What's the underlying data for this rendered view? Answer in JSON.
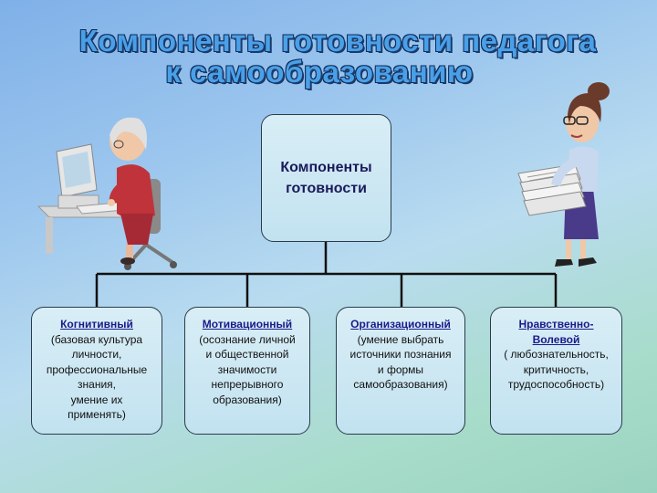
{
  "title": {
    "line1": "Компоненты готовности педагога",
    "line2": "к самообразованию"
  },
  "center": {
    "line1": "Компоненты",
    "line2": "готовности"
  },
  "components": [
    {
      "heading": "Когнитивный",
      "lines": [
        "(базовая культура",
        "личности,",
        "профессиональные",
        "знания,",
        "умение их",
        "применять)"
      ]
    },
    {
      "heading": "Мотивационный",
      "lines": [
        "(осознание личной",
        "и общественной",
        "значимости",
        "непрерывного",
        "образования)"
      ]
    },
    {
      "heading": "Организационный",
      "lines": [
        "(умение выбрать",
        "источники познания",
        "и формы",
        "самообразования)"
      ]
    },
    {
      "heading": "Нравственно-",
      "heading2": "Волевой",
      "lines": [
        "( любознательность,",
        "критичность,",
        "трудоспособность)"
      ]
    }
  ]
}
